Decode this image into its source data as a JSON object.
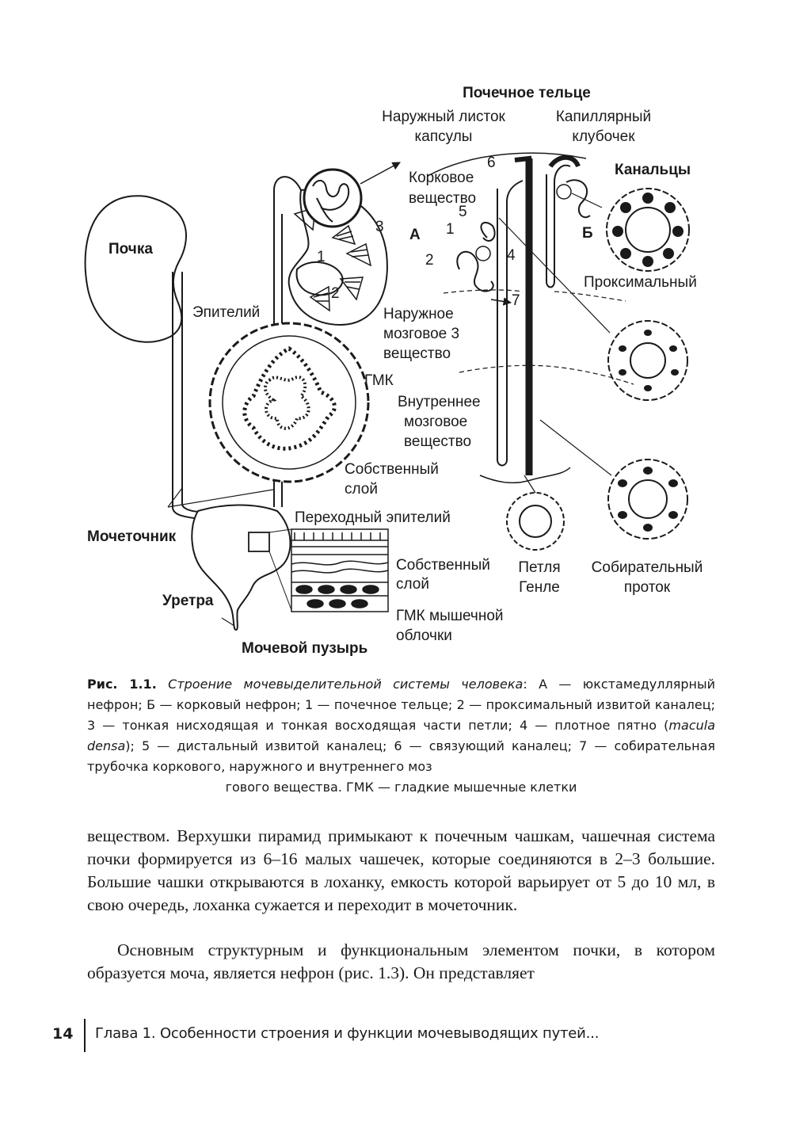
{
  "figure": {
    "labels": {
      "renal_corpuscle": "Почечное тельце",
      "outer_capsule_1": "Наружный листок",
      "outer_capsule_2": "капсулы",
      "capillary_1": "Капиллярный",
      "capillary_2": "клубочек",
      "kidney": "Почка",
      "cortex_1": "Корковое",
      "cortex_2": "вещество",
      "tubules": "Канальцы",
      "letter_a": "А",
      "letter_b": "Б",
      "proximal": "Проксимальный",
      "epithelium": "Эпителий",
      "outer_medulla_1": "Наружное",
      "outer_medulla_2": "мозговое 3",
      "outer_medulla_3": "вещество",
      "smc": "ГМК",
      "inner_medulla_1": "Внутреннее",
      "inner_medulla_2": "мозговое",
      "inner_medulla_3": "вещество",
      "own_layer_1": "Собственный",
      "own_layer_2": "слой",
      "transitional": "Переходный эпителий",
      "ureter": "Мочеточник",
      "own_layer_b1": "Собственный",
      "own_layer_b2": "слой",
      "loop_1": "Петля",
      "loop_2": "Генле",
      "collecting_1": "Собирательный",
      "collecting_2": "проток",
      "urethra": "Уретра",
      "muscle_smc_1": "ГМК мышечной",
      "muscle_smc_2": "облочки",
      "bladder": "Мочевой пузырь",
      "n1": "1",
      "n2": "2",
      "n3": "3",
      "n1b": "1",
      "n2b": "2",
      "n4": "4",
      "n5": "5",
      "n6": "6",
      "n7": "7"
    }
  },
  "caption": {
    "label": "Рис. 1.1.",
    "title": "Строение мочевыделительной системы человека",
    "part1": ": А — юкстамедулляр­ный нефрон; Б — корковый нефрон; 1 — почечное тельце; 2 — проксимальный извитой каналец; 3 — тонкая нисходящая и тонкая восходящая части петли; 4 — плотное пятно (",
    "latin": "macula densa",
    "part2": "); 5 — дистальный извитой каналец; 6 — связующий каналец; 7 — собирательная трубочка коркового, наружного и внутреннего моз­",
    "last_line": "гового вещества. ГМК — гладкие мышечные клетки"
  },
  "body": {
    "paragraph1": "веществом. Верхушки пирамид примыкают к почечным чашкам, чашеч­ная система почки формируется из 6–16 малых чашечек, которые соеди­няются в 2–3 большие. Большие чашки открываются в лоханку, емкость которой варьирует от 5 до 10 мл, в свою очередь, лоханка сужается и пе­реходит в мочеточник.",
    "paragraph2": "Основным структурным и функциональным элементом почки, в ко­тором образуется моча, является нефрон (рис. 1.3). Он представляет"
  },
  "footer": {
    "page_number": "14",
    "running_title": "Глава 1. Особенности строения и функции мочевыводящих путей..."
  }
}
